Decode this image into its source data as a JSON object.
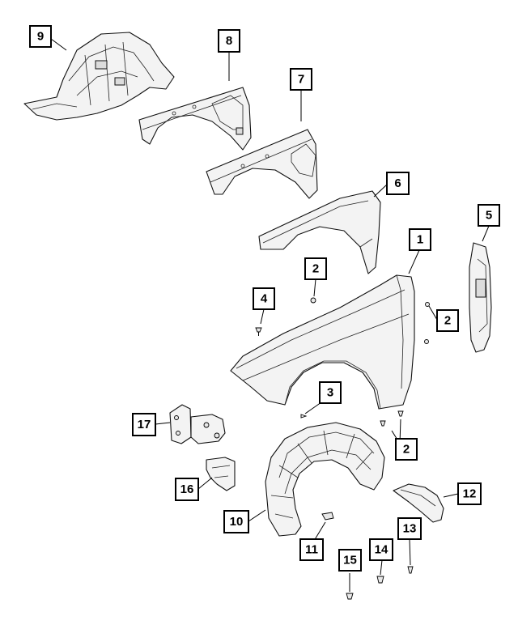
{
  "callouts": {
    "c1": "1",
    "c2a": "2",
    "c2b": "2",
    "c2c": "2",
    "c3": "3",
    "c4": "4",
    "c5": "5",
    "c6": "6",
    "c7": "7",
    "c8": "8",
    "c9": "9",
    "c10": "10",
    "c11": "11",
    "c12": "12",
    "c13": "13",
    "c14": "14",
    "c15": "15",
    "c16": "16",
    "c17": "17"
  }
}
